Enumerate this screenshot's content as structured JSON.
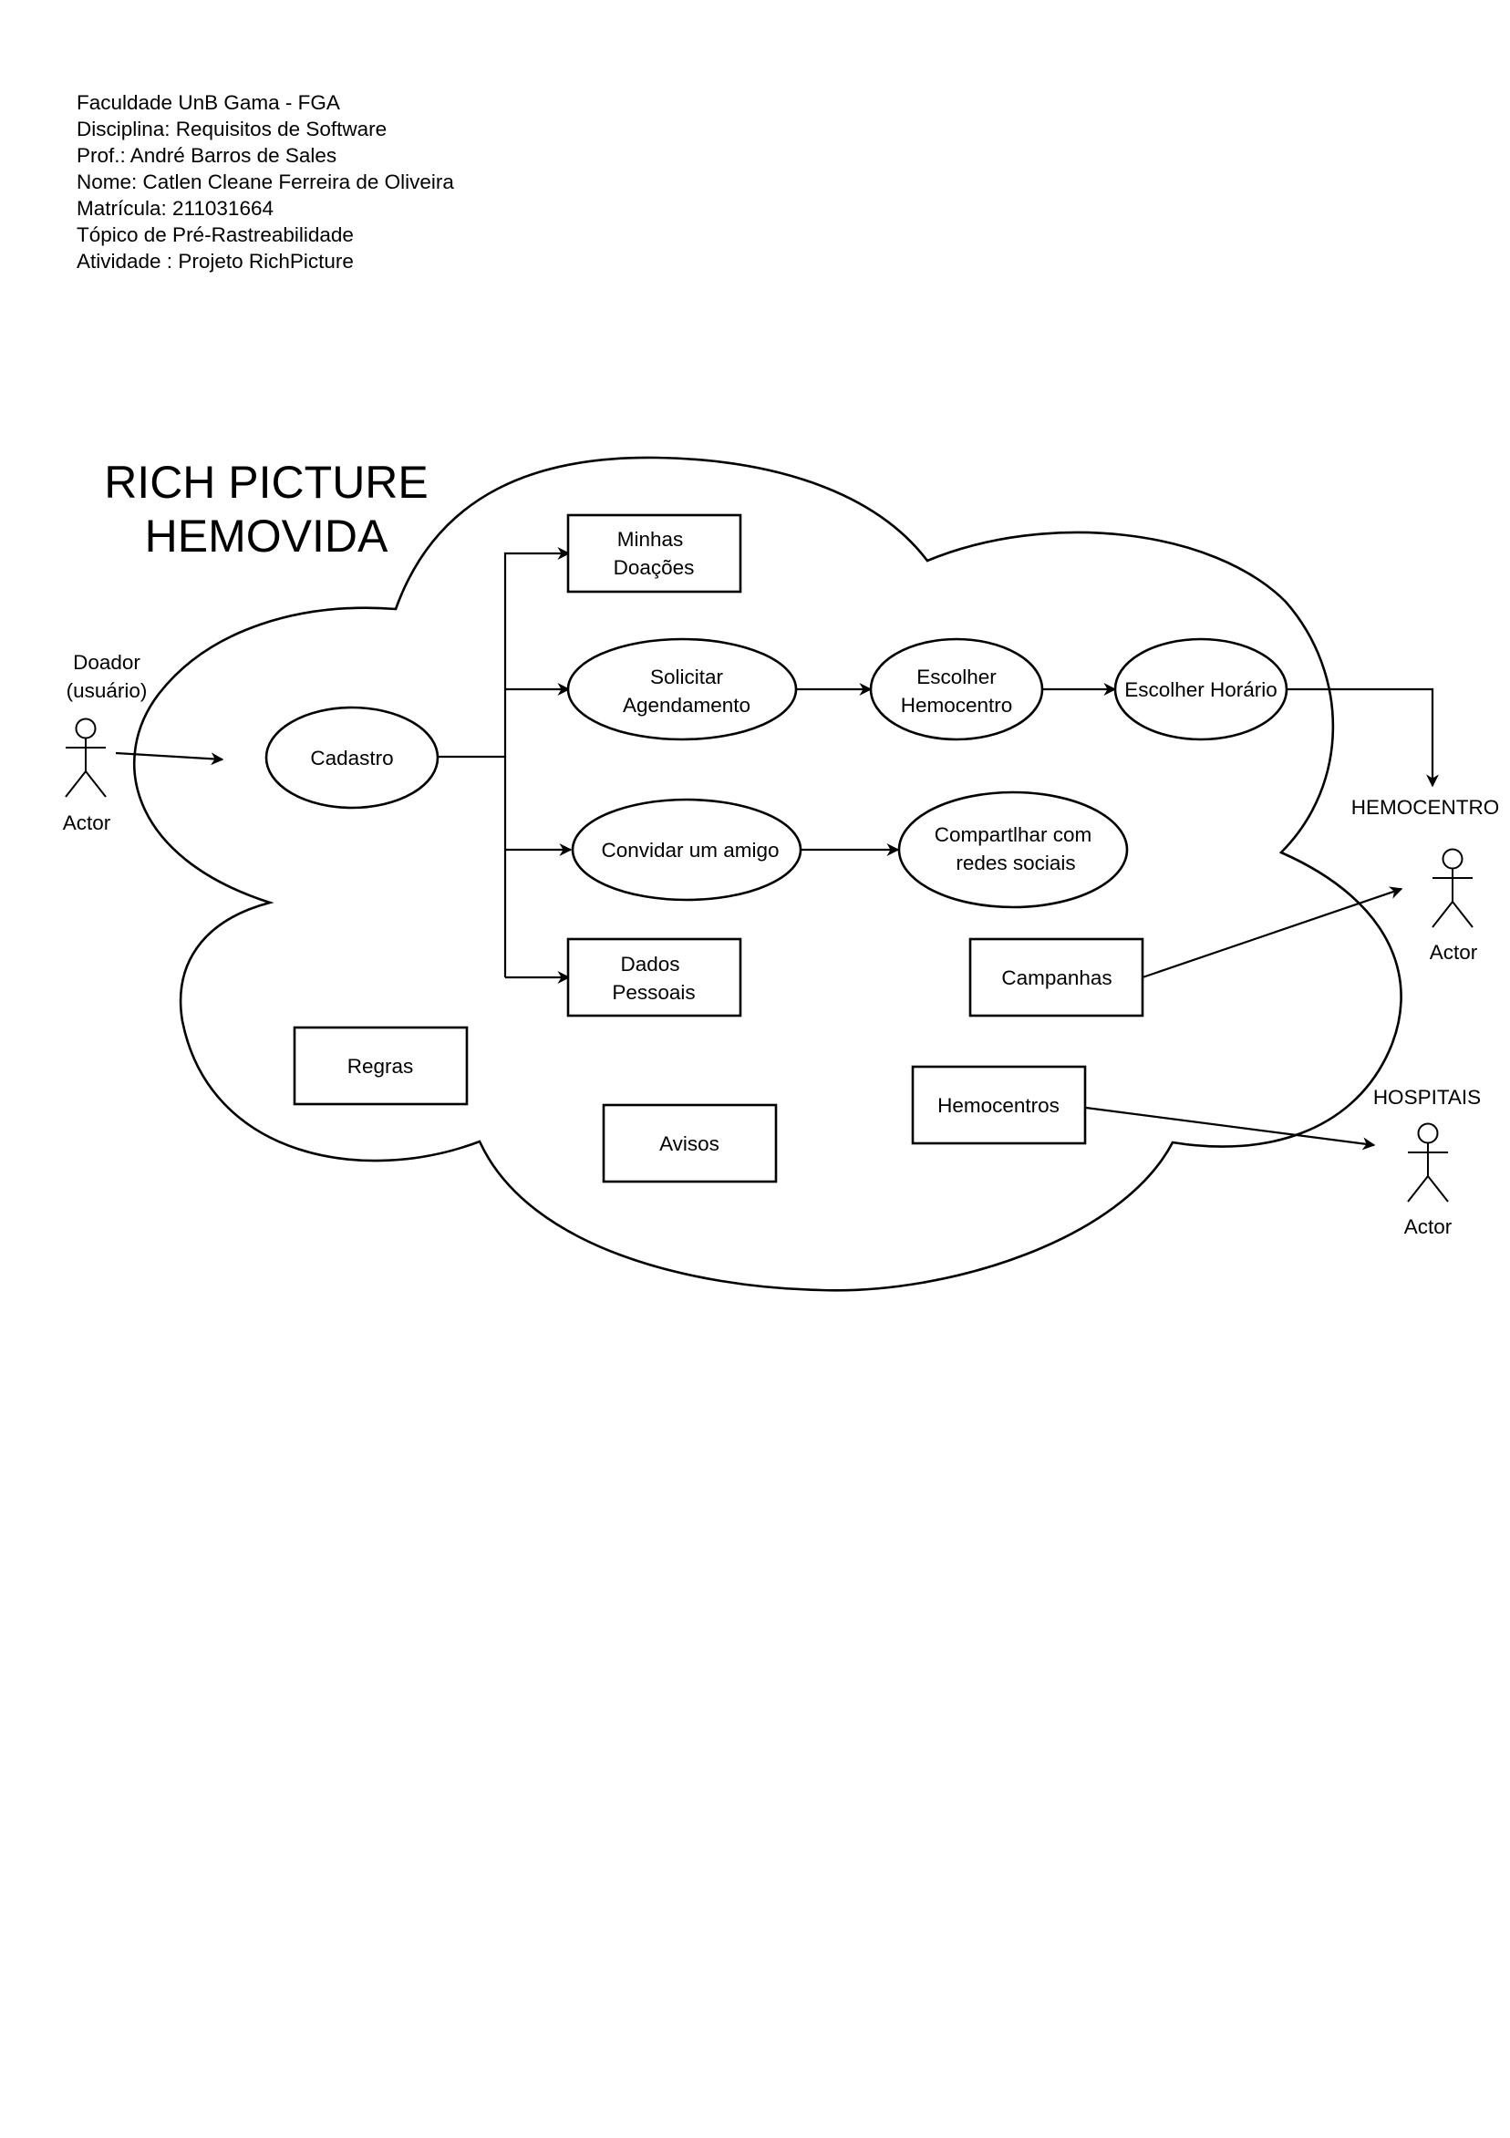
{
  "header": {
    "lines": [
      "Faculdade UnB Gama - FGA",
      "Disciplina: Requisitos de Software",
      "Prof.: André Barros de Sales",
      "Nome: Catlen Cleane Ferreira de Oliveira",
      "Matrícula: 211031664",
      "Tópico de Pré-Rastreabilidade",
      "Atividade : Projeto RichPicture"
    ]
  },
  "title": {
    "line1": "RICH PICTURE",
    "line2": "HEMOVIDA"
  },
  "actors": {
    "doador": {
      "name_line1": "Doador",
      "name_line2": "(usuário)",
      "caption": "Actor"
    },
    "hemocentro": {
      "name": "HEMOCENTRO",
      "caption": "Actor"
    },
    "hospitais": {
      "name": "HOSPITAIS",
      "caption": "Actor"
    }
  },
  "use_cases": {
    "cadastro": "Cadastro",
    "solicitar": {
      "line1": "Solicitar",
      "line2": "Agendamento"
    },
    "escolher_hemocentro": {
      "line1": "Escolher",
      "line2": "Hemocentro"
    },
    "escolher_horario": "Escolher Horário",
    "convidar": "Convidar um amigo",
    "compartilhar": {
      "line1": "Compartlhar com",
      "line2": "redes sociais"
    }
  },
  "boxes": {
    "minhas_doacoes": {
      "line1": "Minhas",
      "line2": "Doações"
    },
    "dados_pessoais": {
      "line1": "Dados",
      "line2": "Pessoais"
    },
    "campanhas": "Campanhas",
    "regras": "Regras",
    "avisos": "Avisos",
    "hemocentros": "Hemocentros"
  }
}
